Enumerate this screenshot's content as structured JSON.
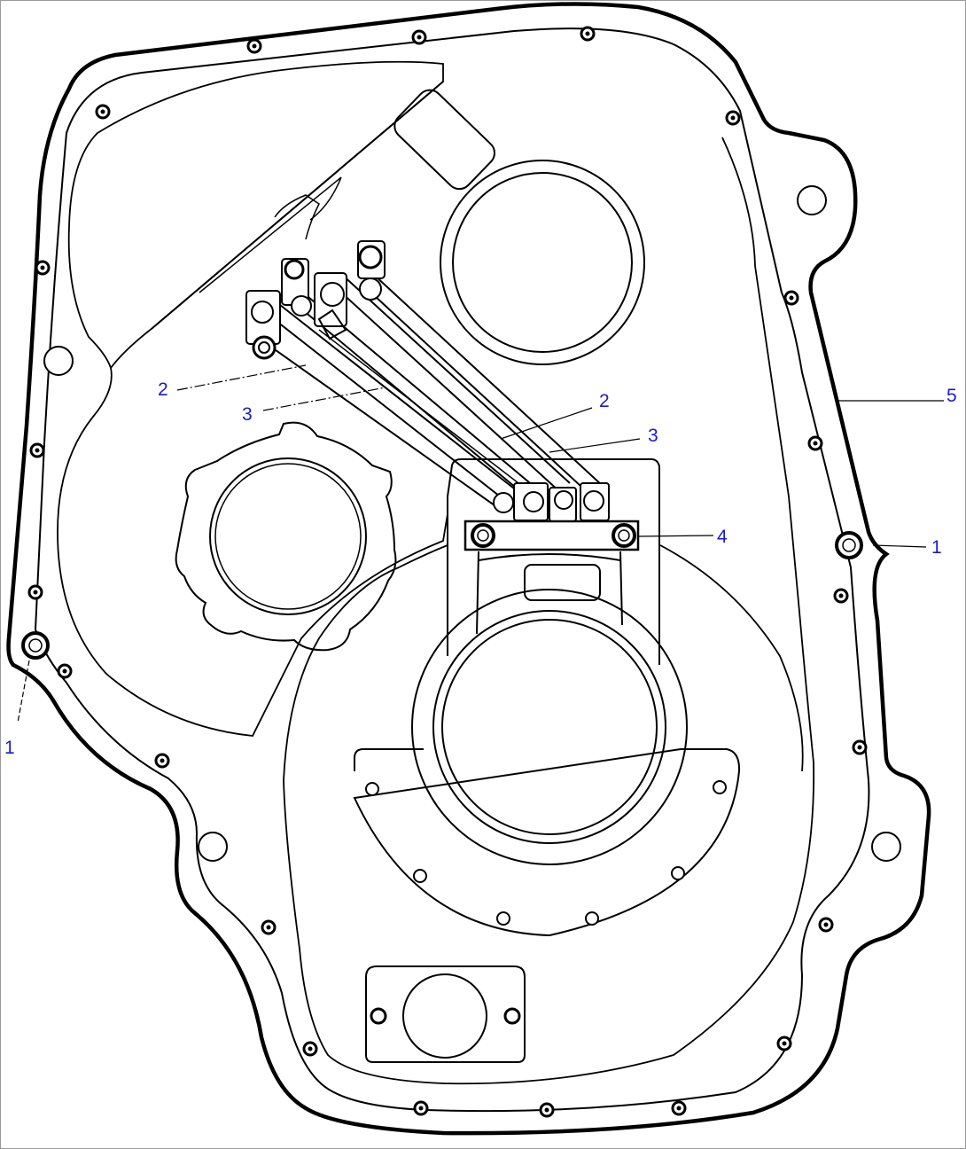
{
  "diagram": {
    "colors": {
      "line": "#000000",
      "callout_text": "#1a1acc",
      "background": "#ffffff",
      "frame": "#9a9a9a"
    },
    "callouts": [
      {
        "id": "c1-right",
        "text": "1"
      },
      {
        "id": "c1-left",
        "text": "1"
      },
      {
        "id": "c2-left",
        "text": "2"
      },
      {
        "id": "c2-right",
        "text": "2"
      },
      {
        "id": "c3-left",
        "text": "3"
      },
      {
        "id": "c3-right",
        "text": "3"
      },
      {
        "id": "c4",
        "text": "4"
      },
      {
        "id": "c5",
        "text": "5"
      }
    ]
  }
}
